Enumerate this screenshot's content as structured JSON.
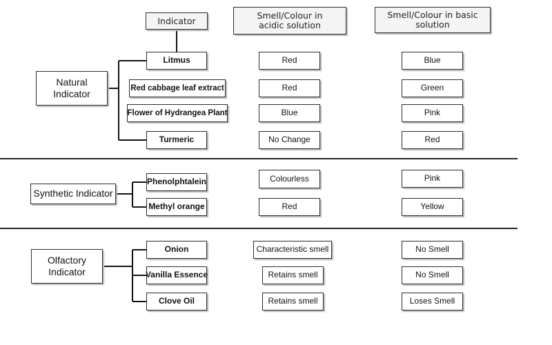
{
  "headers": {
    "indicator": "Indicator",
    "acidic": "Smell/Colour in acidic solution",
    "basic": "Smell/Colour in basic solution"
  },
  "groups": [
    {
      "category": "Natural Indicator",
      "items": [
        {
          "name": "Litmus",
          "acidic": "Red",
          "basic": "Blue"
        },
        {
          "name": "Red cabbage leaf extract",
          "acidic": "Red",
          "basic": "Green"
        },
        {
          "name": "Flower of Hydrangea Plant",
          "acidic": "Blue",
          "basic": "Pink"
        },
        {
          "name": "Turmeric",
          "acidic": "No Change",
          "basic": "Red"
        }
      ]
    },
    {
      "category": "Synthetic Indicator",
      "items": [
        {
          "name": "Phenolphtalein",
          "acidic": "Colourless",
          "basic": "Pink"
        },
        {
          "name": "Methyl orange",
          "acidic": "Red",
          "basic": "Yellow"
        }
      ]
    },
    {
      "category": "Olfactory Indicator",
      "items": [
        {
          "name": "Onion",
          "acidic": "Characteristic smell",
          "basic": "No Smell"
        },
        {
          "name": "Vanilla Essence",
          "acidic": "Retains smell",
          "basic": "No Smell"
        },
        {
          "name": "Clove Oil",
          "acidic": "Retains smell",
          "basic": "Loses Smell"
        }
      ]
    }
  ]
}
